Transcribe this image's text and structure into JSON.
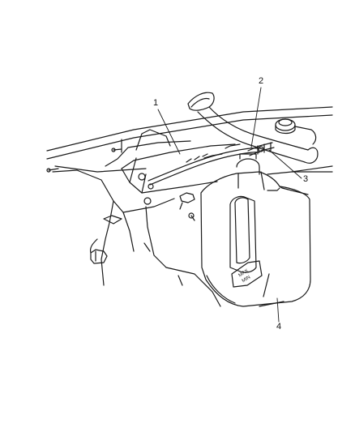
{
  "diagram": {
    "callouts": [
      {
        "id": "1",
        "text": "1"
      },
      {
        "id": "2",
        "text": "2"
      },
      {
        "id": "3",
        "text": "3"
      },
      {
        "id": "4",
        "text": "4"
      }
    ],
    "reservoir_marking": {
      "line1": "MAX",
      "line2": "MIN"
    },
    "line_color": "#1a1a1a",
    "background": "#ffffff"
  }
}
